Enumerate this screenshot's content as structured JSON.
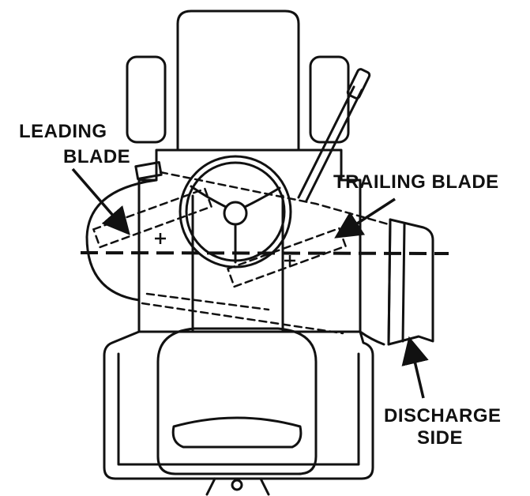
{
  "labels": {
    "leading_line1": "LEADING",
    "leading_line2": "BLADE",
    "trailing": "TRAILING BLADE",
    "discharge_line1": "DISCHARGE",
    "discharge_line2": "SIDE"
  },
  "colors": {
    "ink": "#111111",
    "paper": "#ffffff"
  }
}
